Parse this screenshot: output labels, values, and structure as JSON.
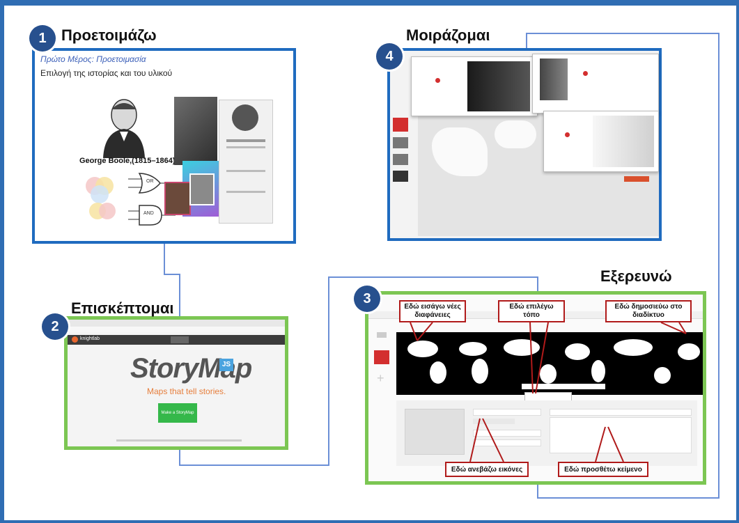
{
  "colors": {
    "frame": "#2f6db3",
    "panel_blue": "#1f6bbf",
    "panel_green": "#7cc653",
    "badge": "#27508e",
    "connector": "#6b8fd6",
    "callout_border": "#b01a1a",
    "storymap_orange": "#e67e3c",
    "storymap_green": "#35b84a"
  },
  "steps": [
    {
      "number": "1",
      "title": "Προετοιμάζω"
    },
    {
      "number": "2",
      "title": "Επισκέπτομαι"
    },
    {
      "number": "3",
      "title": "Εξερευνώ"
    },
    {
      "number": "4",
      "title": "Μοιράζομαι"
    }
  ],
  "step1": {
    "subtitle": "Πρώτο Μέρος: Προετοιμασία",
    "description": "Επιλογή της ιστορίας και του υλικού",
    "caption": "George Boole,(1815–1864)",
    "gate_or": "OR",
    "gate_and": "AND"
  },
  "step2": {
    "logo": "StoryMap",
    "logo_badge": "JS",
    "tagline": "Maps that tell stories.",
    "button": "Make a StoryMap",
    "site_name": "knightlab"
  },
  "step3": {
    "callouts": [
      "Εδώ εισάγω νέες διαφάνειες",
      "Εδώ επιλέγω τόπο",
      "Εδώ δημοσιεύω στο διαδίκτυο",
      "Εδώ ανεβάζω εικόνες",
      "Εδώ προσθέτω κείμενο"
    ]
  }
}
